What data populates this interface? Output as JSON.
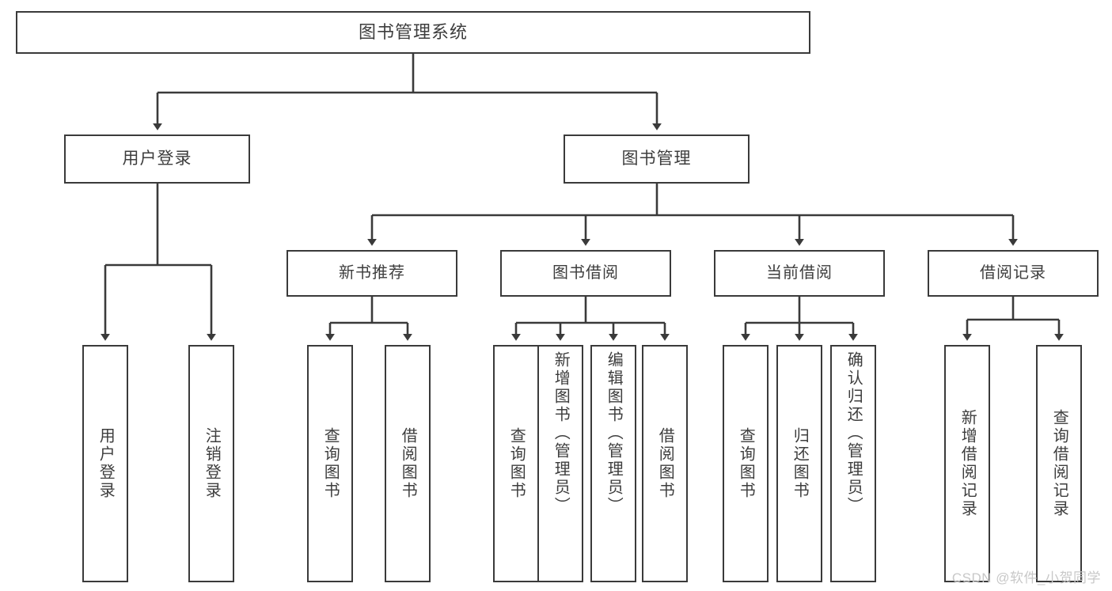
{
  "diagram": {
    "title": "图书管理系统",
    "root": {
      "label": "图书管理系统"
    },
    "level2": [
      {
        "label": "用户登录"
      },
      {
        "label": "图书管理"
      }
    ],
    "level3": [
      {
        "label": "新书推荐"
      },
      {
        "label": "图书借阅"
      },
      {
        "label": "当前借阅"
      },
      {
        "label": "借阅记录"
      }
    ],
    "leaves": [
      {
        "label": "用户登录"
      },
      {
        "label": "注销登录"
      },
      {
        "label": "查询图书"
      },
      {
        "label": "借阅图书"
      },
      {
        "label": "查询图书"
      },
      {
        "label": "新增图书（管理员）"
      },
      {
        "label": "编辑图书（管理员）"
      },
      {
        "label": "借阅图书"
      },
      {
        "label": "查询图书"
      },
      {
        "label": "归还图书"
      },
      {
        "label": "确认归还（管理员）"
      },
      {
        "label": "新增借阅记录"
      },
      {
        "label": "查询借阅记录"
      }
    ],
    "watermark": "CSDN @软件_小贺同学",
    "colors": {
      "box_border": "#3a3a3a",
      "text": "#3d3d3d",
      "connector": "#3a3a3a",
      "background": "#ffffff",
      "watermark": "#c8c8c8"
    }
  }
}
